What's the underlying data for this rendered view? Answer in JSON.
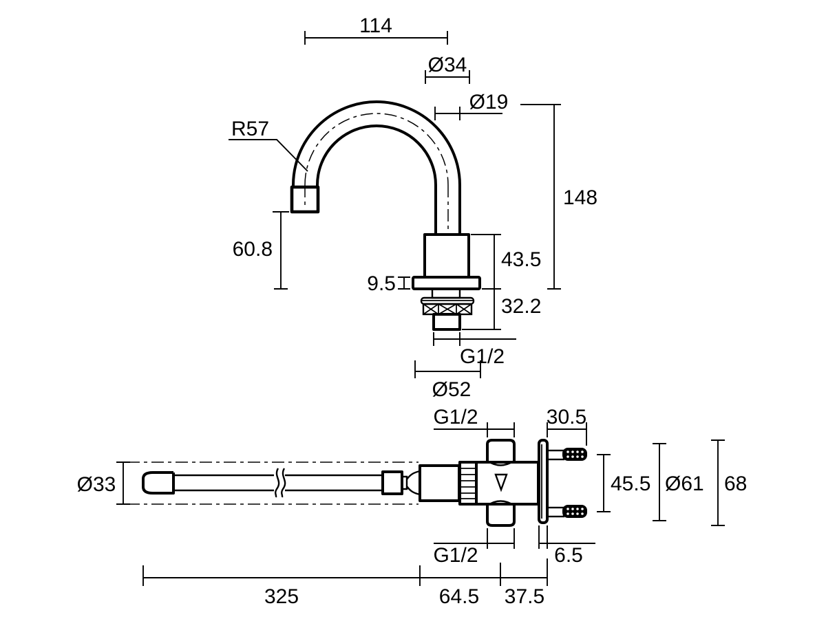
{
  "colors": {
    "ink": "#000000",
    "background": "#ffffff"
  },
  "front_view": {
    "dims": {
      "reach": "114",
      "base_diameter": "Ø34",
      "tube_diameter": "Ø19",
      "bend_radius": "R57",
      "overall_height": "148",
      "outlet_clearance": "60.8",
      "body_height": "43.5",
      "flange_thickness": "9.5",
      "shank_length": "32.2",
      "shank_thread": "G1/2",
      "flange_diameter": "Ø52"
    }
  },
  "plan_view": {
    "dims": {
      "swivel_diameter": "Ø33",
      "top_port_thread": "G1/2",
      "stud_projection": "30.5",
      "port_spacing": "45.5",
      "flange_diameter": "Ø61",
      "overall_depth": "68",
      "bottom_port_thread": "G1/2",
      "flange_plate_thickness": "6.5",
      "spout_length": "325",
      "body_length": "64.5",
      "wall_offset": "37.5"
    }
  }
}
